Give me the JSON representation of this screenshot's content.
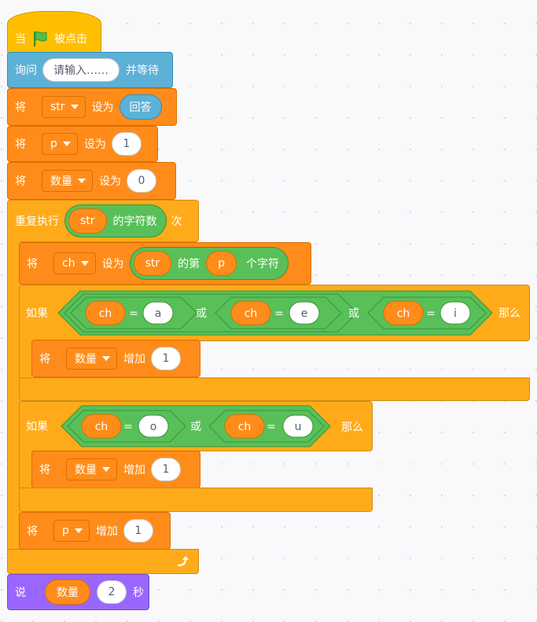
{
  "event": {
    "prefix": "当",
    "suffix": "被点击"
  },
  "ask": {
    "label": "询问",
    "prompt": "请输入……",
    "suffix": "并等待"
  },
  "set_str": {
    "label": "将",
    "var": "str",
    "to": "设为",
    "value": "回答"
  },
  "set_p": {
    "label": "将",
    "var": "p",
    "to": "设为",
    "value": "1"
  },
  "set_count": {
    "label": "将",
    "var": "数量",
    "to": "设为",
    "value": "0"
  },
  "repeat": {
    "label": "重复执行",
    "arg_var": "str",
    "arg_text": "的字符数",
    "suffix": "次"
  },
  "set_ch": {
    "label": "将",
    "var": "ch",
    "to": "设为",
    "arg_var": "str",
    "text1": "的第",
    "index_var": "p",
    "text2": "个字符"
  },
  "if1": {
    "label": "如果",
    "then": "那么",
    "or": "或",
    "conds": [
      {
        "var": "ch",
        "op": "=",
        "value": "a"
      },
      {
        "var": "ch",
        "op": "=",
        "value": "e"
      },
      {
        "var": "ch",
        "op": "=",
        "value": "i"
      }
    ],
    "body": {
      "label": "将",
      "var": "数量",
      "op": "增加",
      "value": "1"
    }
  },
  "if2": {
    "label": "如果",
    "then": "那么",
    "or": "或",
    "conds": [
      {
        "var": "ch",
        "op": "=",
        "value": "o"
      },
      {
        "var": "ch",
        "op": "=",
        "value": "u"
      }
    ],
    "body": {
      "label": "将",
      "var": "数量",
      "op": "增加",
      "value": "1"
    }
  },
  "change_p": {
    "label": "将",
    "var": "p",
    "op": "增加",
    "value": "1"
  },
  "say": {
    "label": "说",
    "var": "数量",
    "secs": "2",
    "unit": "秒"
  },
  "icons": {
    "flag": "green-flag-icon",
    "loop": "loop-arrow-icon",
    "dropdown": "dropdown-caret-icon"
  },
  "colors": {
    "events": "#ffbf00",
    "sensing": "#5cb1d6",
    "variables": "#ff8c1a",
    "control": "#ffab19",
    "operators": "#59c059",
    "looks": "#9966ff"
  }
}
